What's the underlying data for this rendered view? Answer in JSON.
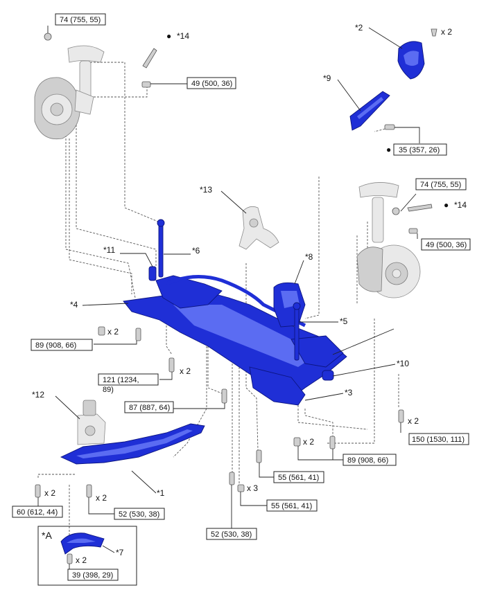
{
  "callouts": {
    "c1": "*1",
    "c2": "*2",
    "c3": "*3",
    "c4": "*4",
    "c5": "*5",
    "c6": "*6",
    "c7": "*7",
    "c8": "*8",
    "c9": "*9",
    "c10": "*10",
    "c11": "*11",
    "c12": "*12",
    "c13": "*13",
    "c14a": "*14",
    "c14b": "*14",
    "cA": "*A"
  },
  "torque": {
    "t1": "74 (755, 55)",
    "t2": "49 (500, 36)",
    "t3": "35 (357, 26)",
    "t4": "74 (755, 55)",
    "t5": "49 (500, 36)",
    "t6": "89 (908, 66)",
    "t7a": "121 (1234,",
    "t7b": "89)",
    "t8": "87 (887, 64)",
    "t9": "150 (1530, 111)",
    "t10": "89 (908, 66)",
    "t11": "55 (561, 41)",
    "t12": "55 (561, 41)",
    "t13": "60 (612, 44)",
    "t14": "52 (530, 38)",
    "t15": "52 (530, 38)",
    "t16": "39 (398, 29)"
  },
  "quantities": {
    "q_nut2": "x 2",
    "q_89left": "x 2",
    "q_121": "x 2",
    "q_150": "x 2",
    "q_89right": "x 2",
    "q_55": "x 3",
    "q_60": "x 2",
    "q_52": "x 2",
    "q_39": "x 2"
  },
  "legend": {
    "bullet": "●"
  },
  "colors": {
    "part_blue": "#1f2fd6",
    "part_gray": "#e9e9e9",
    "line": "#222222"
  }
}
